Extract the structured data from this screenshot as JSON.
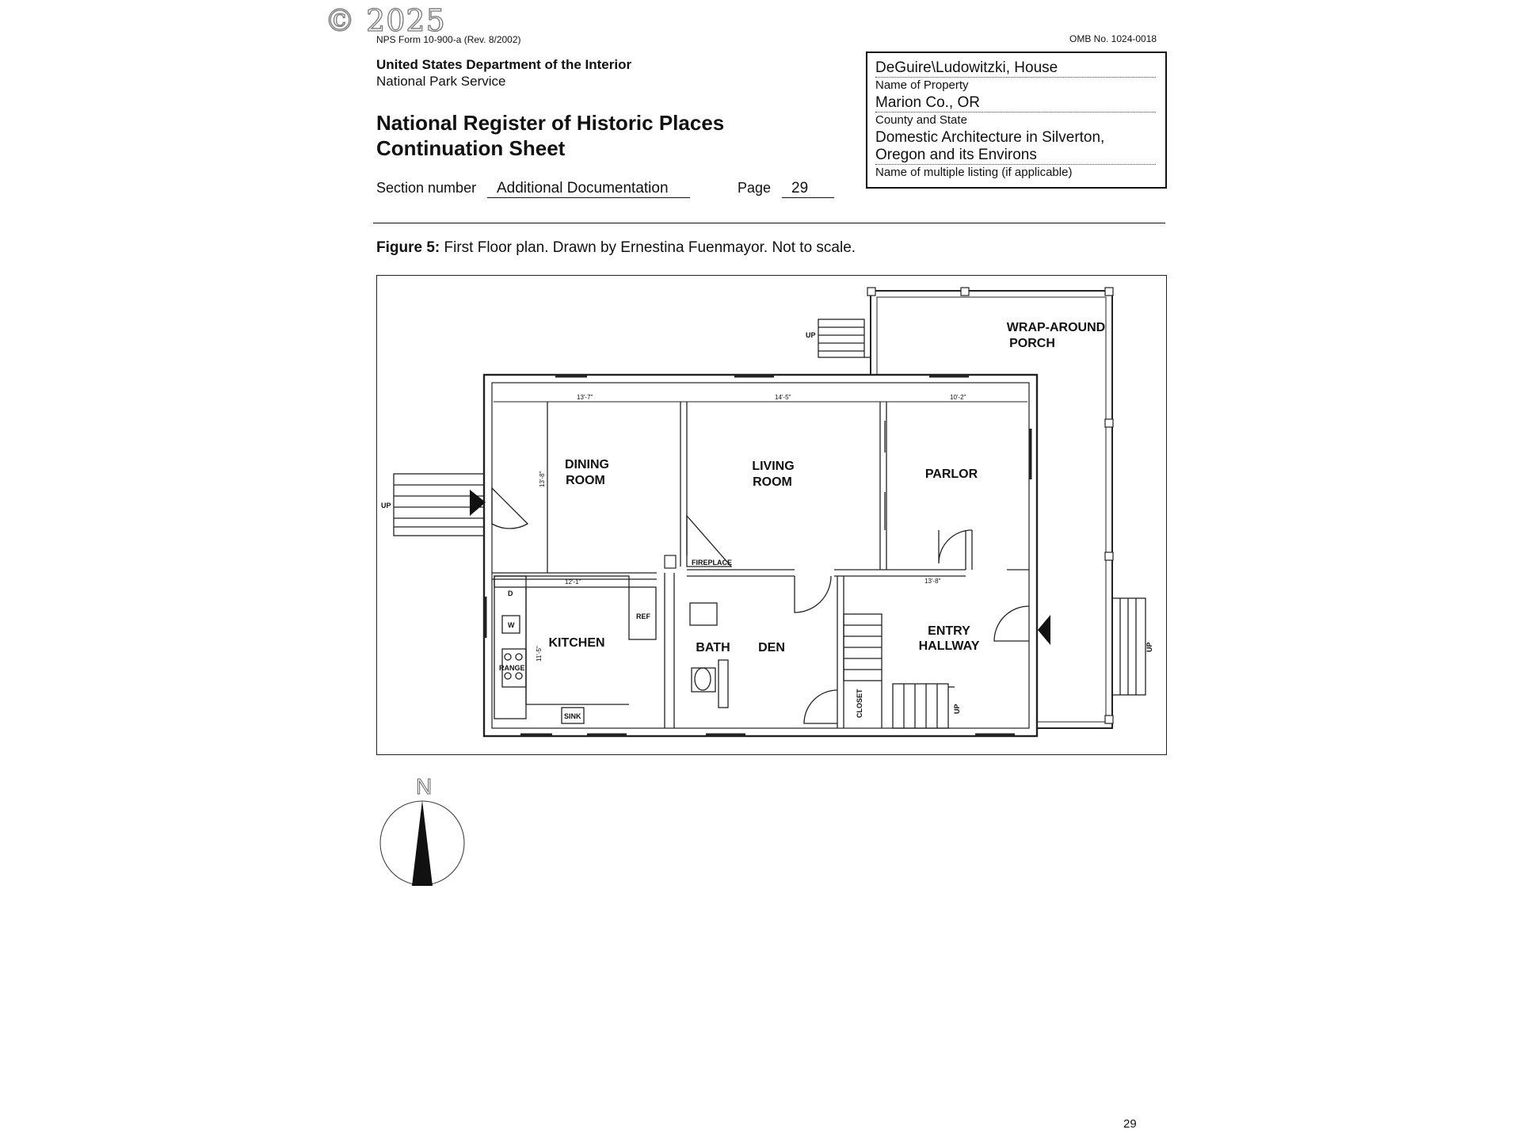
{
  "watermark": "© 2025",
  "header": {
    "form_id": "NPS Form 10-900-a (Rev. 8/2002)",
    "omb": "OMB No. 1024-0018",
    "department": "United States Department of the Interior",
    "agency": "National Park Service",
    "title_line1": "National Register of Historic Places",
    "title_line2": "Continuation Sheet",
    "section_label": "Section number",
    "section_value": "Additional Documentation",
    "page_label": "Page",
    "page_value": "29"
  },
  "property_box": {
    "name_value": "DeGuire\\Ludowitzki, House",
    "name_label": "Name of Property",
    "county_value": "Marion Co., OR",
    "county_label": "County and State",
    "listing_value_line1": "Domestic Architecture in Silverton,",
    "listing_value_line2": "Oregon and its Environs",
    "listing_label": "Name of multiple listing (if applicable)"
  },
  "figure": {
    "caption_bold": "Figure 5:",
    "caption_text": " First Floor plan. Drawn by Ernestina Fuenmayor. Not to scale.",
    "labels": {
      "porch_line1": "WRAP-AROUND",
      "porch_line2": "PORCH",
      "dining_line1": "DINING",
      "dining_line2": "ROOM",
      "living_line1": "LIVING",
      "living_line2": "ROOM",
      "parlor": "PARLOR",
      "kitchen": "KITCHEN",
      "bath": "BATH",
      "den": "DEN",
      "entry_line1": "ENTRY",
      "entry_line2": "HALLWAY",
      "fireplace": "FIREPLACE",
      "closet": "CLOSET",
      "ref": "REF",
      "range": "RANGE",
      "sink": "SINK",
      "dryer": "D",
      "washer": "W",
      "up": "UP"
    },
    "dimensions": {
      "dining_width": "13'-7\"",
      "living_width": "14'-5\"",
      "parlor_width": "10'-2\"",
      "dining_depth": "13'-8\"",
      "kitchen_width": "12'-1\"",
      "kitchen_depth": "11'-5\"",
      "entry_width": "13'-8\""
    },
    "north_label": "N"
  },
  "footer": {
    "page_number": "29"
  }
}
